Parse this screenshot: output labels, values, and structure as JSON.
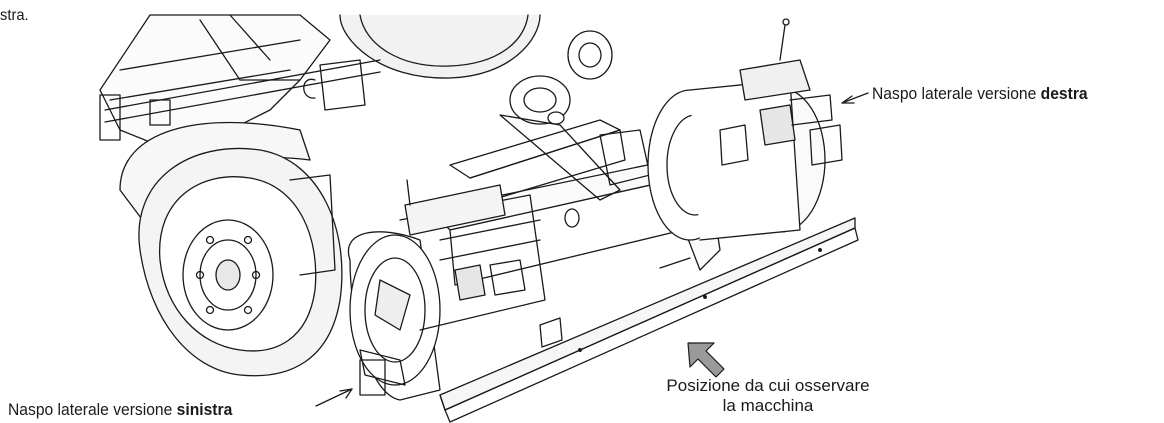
{
  "labels": {
    "top_fragment": "stra.",
    "right_prefix": "Naspo laterale versione ",
    "right_bold": "destra",
    "left_prefix": "Naspo laterale versione ",
    "left_bold": "sinistra",
    "position_line1": "Posizione da cui osservare",
    "position_line2": "la macchina"
  },
  "colors": {
    "ink": "#1a1a1a",
    "arrow_fill": "#9a9a9a",
    "tire": "#f4f4f4"
  }
}
